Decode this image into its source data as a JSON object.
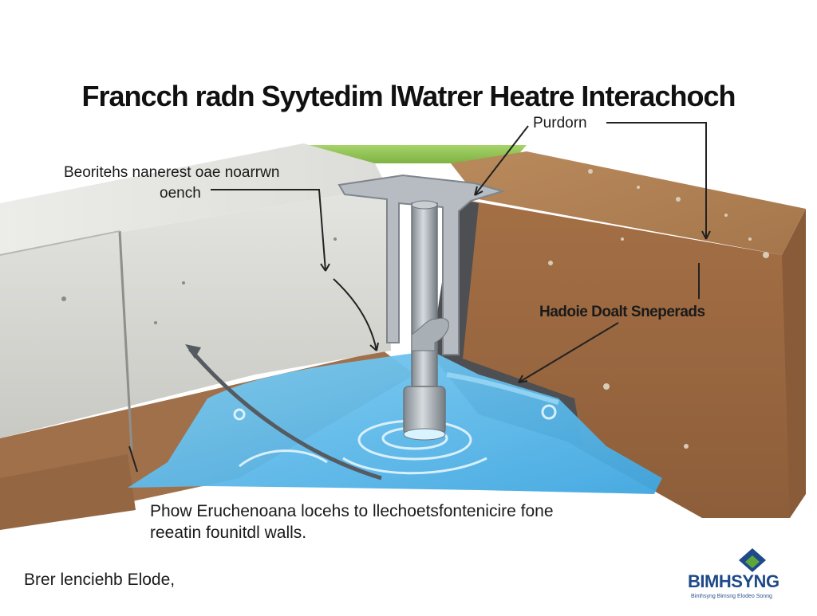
{
  "title": "Franсch radn Syytedim lWatrer Heatre Interachoch",
  "labels": {
    "top_right": "Purdorn",
    "left_line1": "Beoritehs nanerest  oae noarrwn",
    "left_line2": "oench",
    "right_mid": "Hadoie Doalt Sneperads"
  },
  "caption": {
    "line1": "Phow Eruchenoana locehs to llechoetsfontenicire fone",
    "line2": "reeatin founitdl walls."
  },
  "footer_left": "Brer lenciehb Elode,",
  "logo": {
    "name": "BIMHSYNG",
    "tagline": "Bimhsyng Bimsng Elodeo Sonng",
    "icon": "diamond-logo-icon"
  },
  "icons": [
    "flow-arrow-icon",
    "pipe-icon",
    "water-swirl-icon"
  ],
  "colors": {
    "concrete": "#d9d9d4",
    "soil": "#a8754a",
    "water": "#5ab8ea",
    "pipe": "#9ea5ab",
    "grass": "#8fc24a",
    "logo_blue": "#1e4a8a",
    "logo_green": "#5fa63a"
  }
}
